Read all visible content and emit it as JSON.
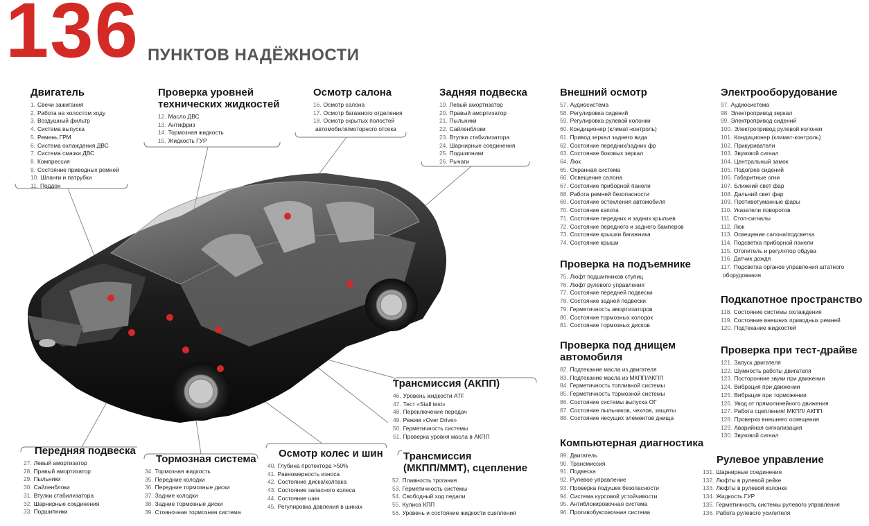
{
  "header": {
    "number": "136",
    "subtitle": "ПУНКТОВ НАДЁЖНОСТИ"
  },
  "colors": {
    "accent": "#d42a26",
    "text": "#222222"
  },
  "sections": {
    "engine": {
      "title": "Двигатель",
      "items": [
        {
          "n": "1.",
          "t": "Свечи зажигания"
        },
        {
          "n": "2.",
          "t": "Работа на холостом ходу"
        },
        {
          "n": "3.",
          "t": "Воздушный фильтр"
        },
        {
          "n": "4.",
          "t": "Система выпуска"
        },
        {
          "n": "5.",
          "t": "Ремень ГРМ"
        },
        {
          "n": "6.",
          "t": "Система охлаждения ДВС"
        },
        {
          "n": "7.",
          "t": "Система смазки ДВС"
        },
        {
          "n": "8.",
          "t": "Компрессия"
        },
        {
          "n": "9.",
          "t": "Состояние приводных ремней"
        },
        {
          "n": "10.",
          "t": "Шланги и патрубки"
        },
        {
          "n": "11.",
          "t": "Поддон"
        }
      ]
    },
    "fluids": {
      "title_1": "Проверка уровней",
      "title_2": "технических жидкостей",
      "items": [
        {
          "n": "12.",
          "t": "Масло ДВС"
        },
        {
          "n": "13.",
          "t": "Антифриз"
        },
        {
          "n": "14.",
          "t": "Тормозная жидкость"
        },
        {
          "n": "15.",
          "t": "Жидкость ГУР"
        }
      ]
    },
    "cabin": {
      "title": "Осмотр салона",
      "items": [
        {
          "n": "16.",
          "t": "Осмотр салона"
        },
        {
          "n": "17.",
          "t": "Осмотр багажного отделения"
        },
        {
          "n": "18.",
          "t": "Осмотр скрытых полостей"
        },
        {
          "n": "",
          "t": "автомобиля/моторного отсека"
        }
      ]
    },
    "rear_susp": {
      "title": "Задняя подвеска",
      "items": [
        {
          "n": "19.",
          "t": "Левый амортизатор"
        },
        {
          "n": "20.",
          "t": "Правый амортизатор"
        },
        {
          "n": "21.",
          "t": "Пыльники"
        },
        {
          "n": "22.",
          "t": "Сайленблоки"
        },
        {
          "n": "23.",
          "t": "Втулки стабилизатора"
        },
        {
          "n": "24.",
          "t": "Шарнирные соединения"
        },
        {
          "n": "25.",
          "t": "Подшипники"
        },
        {
          "n": "26.",
          "t": "Рычаги"
        }
      ]
    },
    "exterior": {
      "title": "Внешний осмотр",
      "items": [
        {
          "n": "57.",
          "t": "Аудиосистема"
        },
        {
          "n": "58.",
          "t": "Регулировка сидений"
        },
        {
          "n": "59.",
          "t": "Регулировка рулевой колонки"
        },
        {
          "n": "60.",
          "t": "Кондиционер (климат-контроль)"
        },
        {
          "n": "61.",
          "t": "Привод зеркал заднего вида"
        },
        {
          "n": "62.",
          "t": "Состояние передних/задних фр"
        },
        {
          "n": "63.",
          "t": "Состояние боковых зеркал"
        },
        {
          "n": "64.",
          "t": "Люк"
        },
        {
          "n": "65.",
          "t": "Охранная система"
        },
        {
          "n": "66.",
          "t": "Освещение салона"
        },
        {
          "n": "67.",
          "t": "Состояние приборной панели"
        },
        {
          "n": "68.",
          "t": "Работа ремней безопасности"
        },
        {
          "n": "69.",
          "t": "Состояние остекления автомобиля"
        },
        {
          "n": "70.",
          "t": "Состояние капота"
        },
        {
          "n": "71.",
          "t": "Состояние передних и задних крыльев"
        },
        {
          "n": "72.",
          "t": "Состояние переднего и заднего бамперов"
        },
        {
          "n": "73.",
          "t": "Состояние крышки багажника"
        },
        {
          "n": "74.",
          "t": "Состояние крыши"
        }
      ]
    },
    "electric": {
      "title": "Электрооборудование",
      "items": [
        {
          "n": "97.",
          "t": "Аудиосистема"
        },
        {
          "n": "98.",
          "t": "Электропривод зеркал"
        },
        {
          "n": "99.",
          "t": "Электропривод сидений"
        },
        {
          "n": "100.",
          "t": "Электропривод рулевой колонки"
        },
        {
          "n": "101.",
          "t": "Кондиционер (климат-контроль)"
        },
        {
          "n": "102.",
          "t": "Прикуриватели"
        },
        {
          "n": "103.",
          "t": "Звуковой сигнал"
        },
        {
          "n": "104.",
          "t": "Центральный замок"
        },
        {
          "n": "105.",
          "t": "Подогрев сидений"
        },
        {
          "n": "106.",
          "t": "Габаритные огни"
        },
        {
          "n": "107.",
          "t": "Ближний свет фар"
        },
        {
          "n": "108.",
          "t": "Дальний свет фар"
        },
        {
          "n": "109.",
          "t": "Противотуманные фары"
        },
        {
          "n": "110.",
          "t": "Указатели поворотов"
        },
        {
          "n": "111.",
          "t": "Стоп-сигналы"
        },
        {
          "n": "112.",
          "t": "Люк"
        },
        {
          "n": "113.",
          "t": "Освещение салона/подсветка"
        },
        {
          "n": "114.",
          "t": "Подсветка приборной панели"
        },
        {
          "n": "115.",
          "t": "Отопитель и регулятор обдува"
        },
        {
          "n": "116.",
          "t": "Датчик дождя"
        },
        {
          "n": "117.",
          "t": "Подсветка органов управления штатного"
        },
        {
          "n": "",
          "t": "оборудования"
        }
      ]
    },
    "lift": {
      "title": "Проверка на подъемнике",
      "items": [
        {
          "n": "75.",
          "t": "Люфт подшипников ступиц"
        },
        {
          "n": "76.",
          "t": "Люфт рулевого управления"
        },
        {
          "n": "77.",
          "t": "Состояние передней подвески"
        },
        {
          "n": "78.",
          "t": "Состояние задней подвески"
        },
        {
          "n": "79.",
          "t": "Герметичность амортизаторов"
        },
        {
          "n": "80.",
          "t": "Состояние тормозных колодок"
        },
        {
          "n": "81.",
          "t": "Состояние тормозных дисков"
        }
      ]
    },
    "underhood": {
      "title": "Подкапотное пространство",
      "items": [
        {
          "n": "118.",
          "t": "Состояние системы охлаждения"
        },
        {
          "n": "119.",
          "t": "Состояние внешних приводных ремней"
        },
        {
          "n": "120.",
          "t": "Подтекание жидкостей"
        }
      ]
    },
    "underbody": {
      "title_1": "Проверка под днищем",
      "title_2": "автомобиля",
      "items": [
        {
          "n": "82.",
          "t": "Подтекание масла из двигателя"
        },
        {
          "n": "83.",
          "t": "Подтекание масла из МКПП/АКПП"
        },
        {
          "n": "84.",
          "t": "Герметичность топливной системы"
        },
        {
          "n": "85.",
          "t": "Герметичность тормозной системы"
        },
        {
          "n": "86.",
          "t": "Состояние системы выпуска ОГ"
        },
        {
          "n": "87.",
          "t": "Состояние пыльников, чехлов, защиты"
        },
        {
          "n": "88.",
          "t": "Состояние несущих элементов днища"
        }
      ]
    },
    "testdrive": {
      "title": "Проверка при тест-драйве",
      "items": [
        {
          "n": "121.",
          "t": "Запуск двигателя"
        },
        {
          "n": "122.",
          "t": "Шумность работы двигателя"
        },
        {
          "n": "123.",
          "t": "Посторонние звуки при движении"
        },
        {
          "n": "124.",
          "t": "Вибрация при движении"
        },
        {
          "n": "125.",
          "t": "Вибрация при торможении"
        },
        {
          "n": "126.",
          "t": "Увод от прямолинейного движения"
        },
        {
          "n": "127.",
          "t": "Работа сцепления/ МКПП/ АКПП"
        },
        {
          "n": "128.",
          "t": "Проверка внешнего освещения"
        },
        {
          "n": "129.",
          "t": "Аварийная сигнализация"
        },
        {
          "n": "130.",
          "t": "Звуковой сигнал"
        }
      ]
    },
    "akpp": {
      "title": "Трансмиссия (АКПП)",
      "items": [
        {
          "n": "46.",
          "t": "Уровень жидкости ATF"
        },
        {
          "n": "47.",
          "t": "Тест «Stall test»"
        },
        {
          "n": "48.",
          "t": "Переключение передач"
        },
        {
          "n": "49.",
          "t": "Режим «Over Drive»"
        },
        {
          "n": "50.",
          "t": "Герметичность системы"
        },
        {
          "n": "51.",
          "t": "Проверка уровня масла в АКПП"
        }
      ]
    },
    "mkpp": {
      "title_1": "Трансмиссия",
      "title_2": "(МКПП/ММТ), сцепление",
      "items": [
        {
          "n": "52.",
          "t": "Плавность трогания"
        },
        {
          "n": "53.",
          "t": "Герметичность системы"
        },
        {
          "n": "54.",
          "t": "Свободный ход педали"
        },
        {
          "n": "55.",
          "t": "Кулиса КПП"
        },
        {
          "n": "56.",
          "t": "Уровень и состояние жидкости сцепления"
        }
      ]
    },
    "diag": {
      "title": "Компьютерная диагностика",
      "items": [
        {
          "n": "89.",
          "t": "Двигатель"
        },
        {
          "n": "90.",
          "t": "Трансмиссия"
        },
        {
          "n": "91.",
          "t": "Подвеска"
        },
        {
          "n": "92.",
          "t": "Рулевое управление"
        },
        {
          "n": "93.",
          "t": "Проверка подушек безопасности"
        },
        {
          "n": "94.",
          "t": "Система курсовой устойчивости"
        },
        {
          "n": "95.",
          "t": "Антиблокировочная система"
        },
        {
          "n": "96.",
          "t": "Противобуксовочная система"
        }
      ]
    },
    "steering": {
      "title": "Рулевое управление",
      "items": [
        {
          "n": "131.",
          "t": "Шарнирные соединения"
        },
        {
          "n": "132.",
          "t": "Люфты в рулевой рейке"
        },
        {
          "n": "133.",
          "t": "Люфты в рулевой колонке"
        },
        {
          "n": "134.",
          "t": "Жидкость ГУР"
        },
        {
          "n": "135.",
          "t": "Герметичность системы рулевого управления"
        },
        {
          "n": "136.",
          "t": "Работа рулевого усилителя"
        }
      ]
    },
    "front_susp": {
      "title": "Передняя подвеска",
      "items": [
        {
          "n": "27.",
          "t": "Левый амортизатор"
        },
        {
          "n": "28.",
          "t": "Правый амортизатор"
        },
        {
          "n": "29.",
          "t": "Пыльники"
        },
        {
          "n": "30.",
          "t": "Сайленблоки"
        },
        {
          "n": "31.",
          "t": "Втулки стабилизатора"
        },
        {
          "n": "32.",
          "t": "Шарнирные соединения"
        },
        {
          "n": "33.",
          "t": "Подшипники"
        }
      ]
    },
    "brakes": {
      "title": "Тормозная система",
      "items": [
        {
          "n": "34.",
          "t": "Тормозная жидкость"
        },
        {
          "n": "35.",
          "t": "Передние колодки"
        },
        {
          "n": "36.",
          "t": "Передние тормозные диски"
        },
        {
          "n": "37.",
          "t": "Задние колодки"
        },
        {
          "n": "38.",
          "t": "Задние тормозные диски"
        },
        {
          "n": "39.",
          "t": "Стояночная тормозная система"
        }
      ]
    },
    "wheels": {
      "title": "Осмотр колес и шин",
      "items": [
        {
          "n": "40.",
          "t": "Глубина протектора >50%"
        },
        {
          "n": "41.",
          "t": "Равномерность износа"
        },
        {
          "n": "42.",
          "t": "Состояние диска/колпака"
        },
        {
          "n": "43.",
          "t": "Состояние запасного колеса"
        },
        {
          "n": "44.",
          "t": "Состояние шин"
        },
        {
          "n": "45.",
          "t": "Регулировка давления в шинах"
        }
      ]
    }
  }
}
